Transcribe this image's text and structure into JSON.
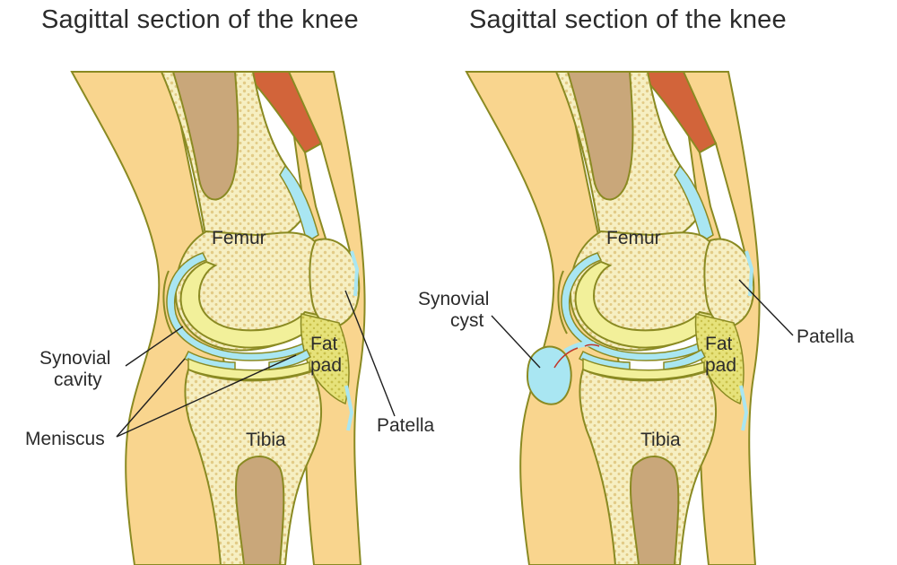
{
  "panels": [
    {
      "title": "Sagittal section of the knee",
      "labels": {
        "femur": "Femur",
        "tibia": "Tibia",
        "fat_pad_line1": "Fat",
        "fat_pad_line2": "pad",
        "patella": "Patella",
        "synovial_cavity_line1": "Synovial",
        "synovial_cavity_line2": "cavity",
        "meniscus": "Meniscus"
      }
    },
    {
      "title": "Sagittal section of the knee",
      "labels": {
        "femur": "Femur",
        "tibia": "Tibia",
        "fat_pad_line1": "Fat",
        "fat_pad_line2": "pad",
        "patella": "Patella",
        "synovial_cyst_line1": "Synovial",
        "synovial_cyst_line2": "cyst"
      }
    }
  ],
  "colors": {
    "skin": "#F9D58E",
    "skin_outline": "#8A8A22",
    "bone_spongy": "#F6EFC2",
    "bone_dots": "#E2CB86",
    "marrow": "#C9A77A",
    "cartilage": "#F2F09A",
    "cartilage_outline": "#8A8A22",
    "synovial_fluid": "#A9E6F2",
    "muscle": "#D2643A",
    "tendon": "#FFFFFF",
    "fat_pad": "#E6E27A",
    "leader_line": "#1f1f1f"
  }
}
